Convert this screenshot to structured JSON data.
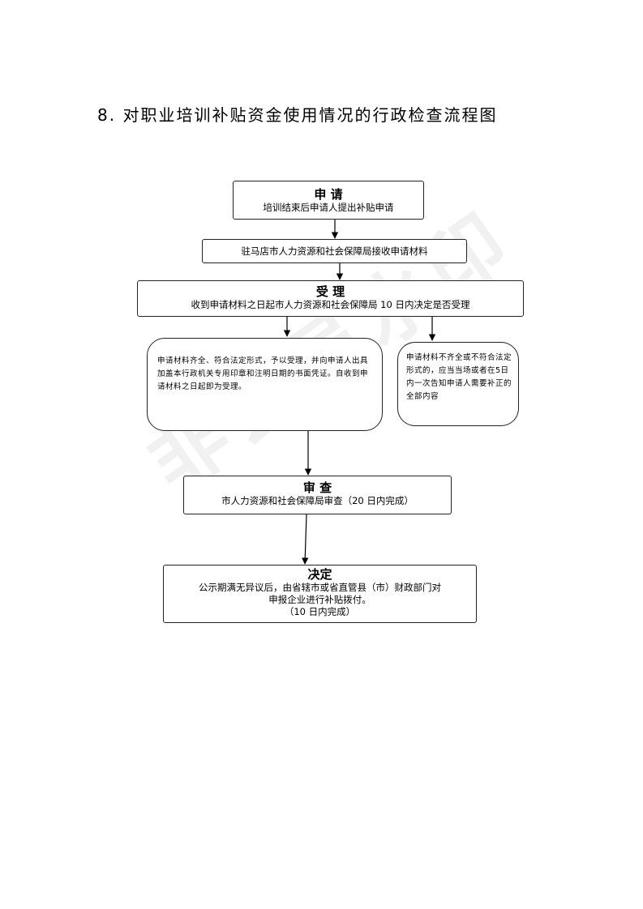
{
  "title": "8.  对职业培训补贴资金使用情况的行政检查流程图",
  "watermark": "非会员水印",
  "nodes": {
    "apply": {
      "heading": "申  请",
      "text": "培训结束后申请人提出补贴申请"
    },
    "receive": {
      "text": "驻马店市人力资源和社会保障局接收申请材料"
    },
    "accept": {
      "heading": "受  理",
      "text": "收到申请材料之日起市人力资源和社会保障局 10 日内决定是否受理"
    },
    "complete": {
      "text": "申请材料齐全、符合法定形式，予以受理，并向申请人出具加盖本行政机关专用印章和注明日期的书面凭证。自收到申请材料之日起即为受理。"
    },
    "incomplete": {
      "text": "申请材料不齐全或不符合法定形式的，应当当场或者在5日内一次告知申请人需要补正的全部内容"
    },
    "review": {
      "heading": "审  查",
      "text": "市人力资源和社会保障局审查（20 日内完成）"
    },
    "decision": {
      "heading": "决定",
      "line1": "公示期满无异议后，由省辖市或省直管县（市）财政部门对",
      "line2": "申报企业进行补贴拨付。",
      "line3": "（10 日内完成）"
    }
  }
}
